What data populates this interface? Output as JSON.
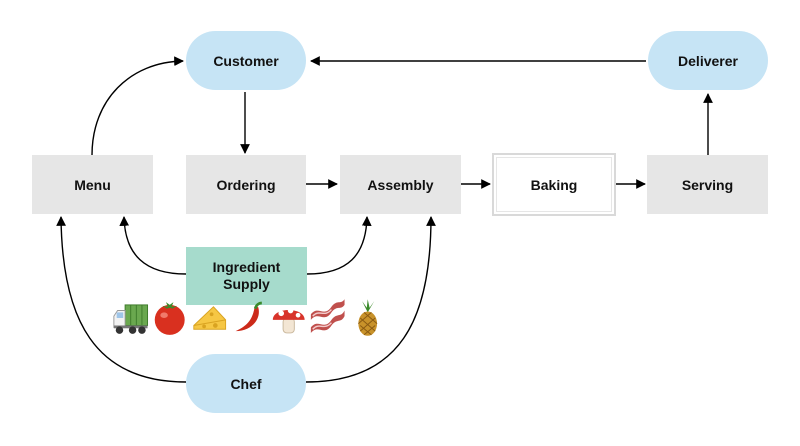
{
  "nodes": {
    "customer": "Customer",
    "deliverer": "Deliverer",
    "menu": "Menu",
    "ordering": "Ordering",
    "assembly": "Assembly",
    "baking": "Baking",
    "serving": "Serving",
    "ingredient_supply": "Ingredient Supply",
    "chef": "Chef"
  },
  "ingredient_icons": [
    "truck",
    "tomato",
    "cheese",
    "chili-pepper",
    "mushroom",
    "bacon",
    "pineapple"
  ],
  "colors": {
    "pill": "#c6e4f5",
    "process": "#e6e6e6",
    "supply": "#a6dbcc",
    "edge": "#000000"
  }
}
